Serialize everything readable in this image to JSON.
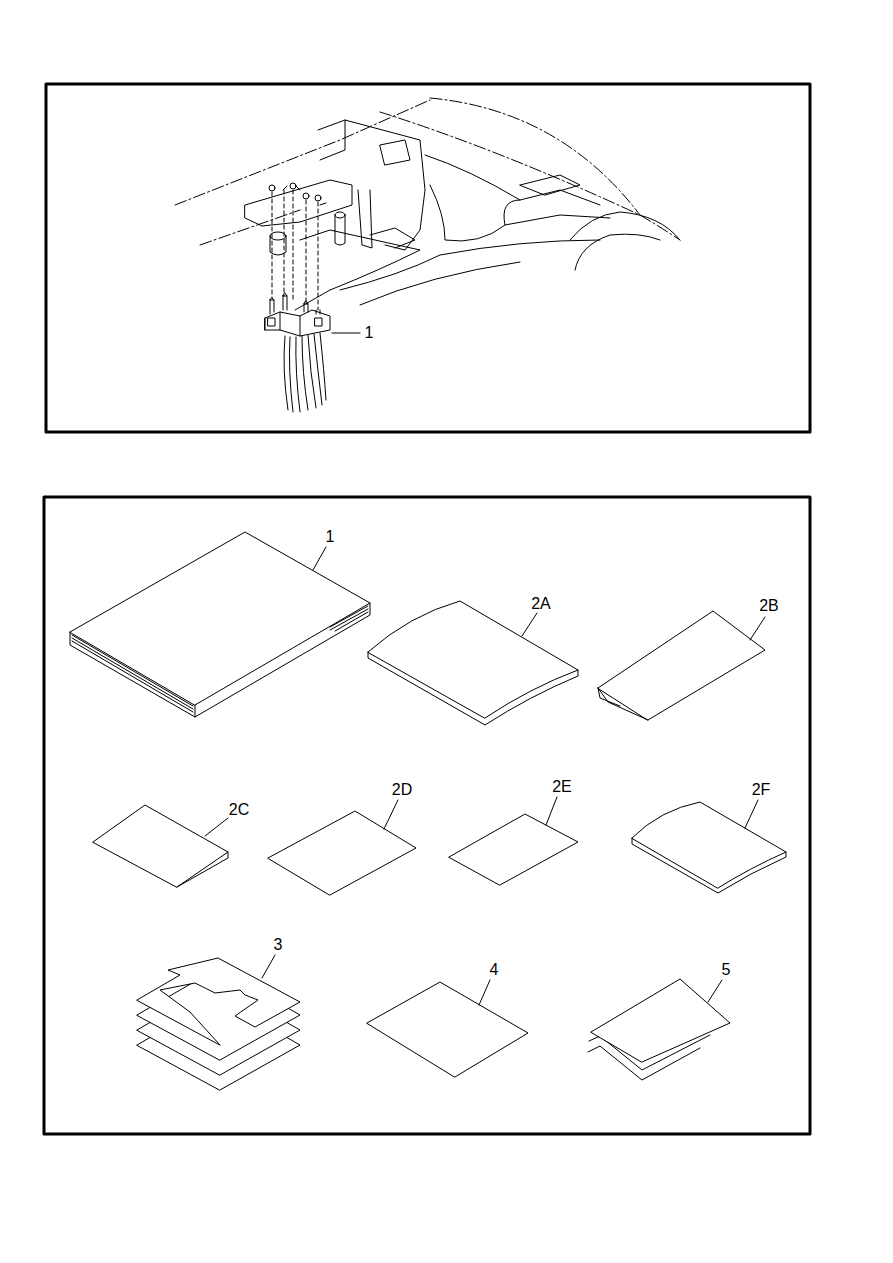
{
  "diagram": {
    "labels": [
      "1",
      "1",
      "2A",
      "2B",
      "2C",
      "2D",
      "2E",
      "2F",
      "3",
      "4",
      "5"
    ]
  }
}
